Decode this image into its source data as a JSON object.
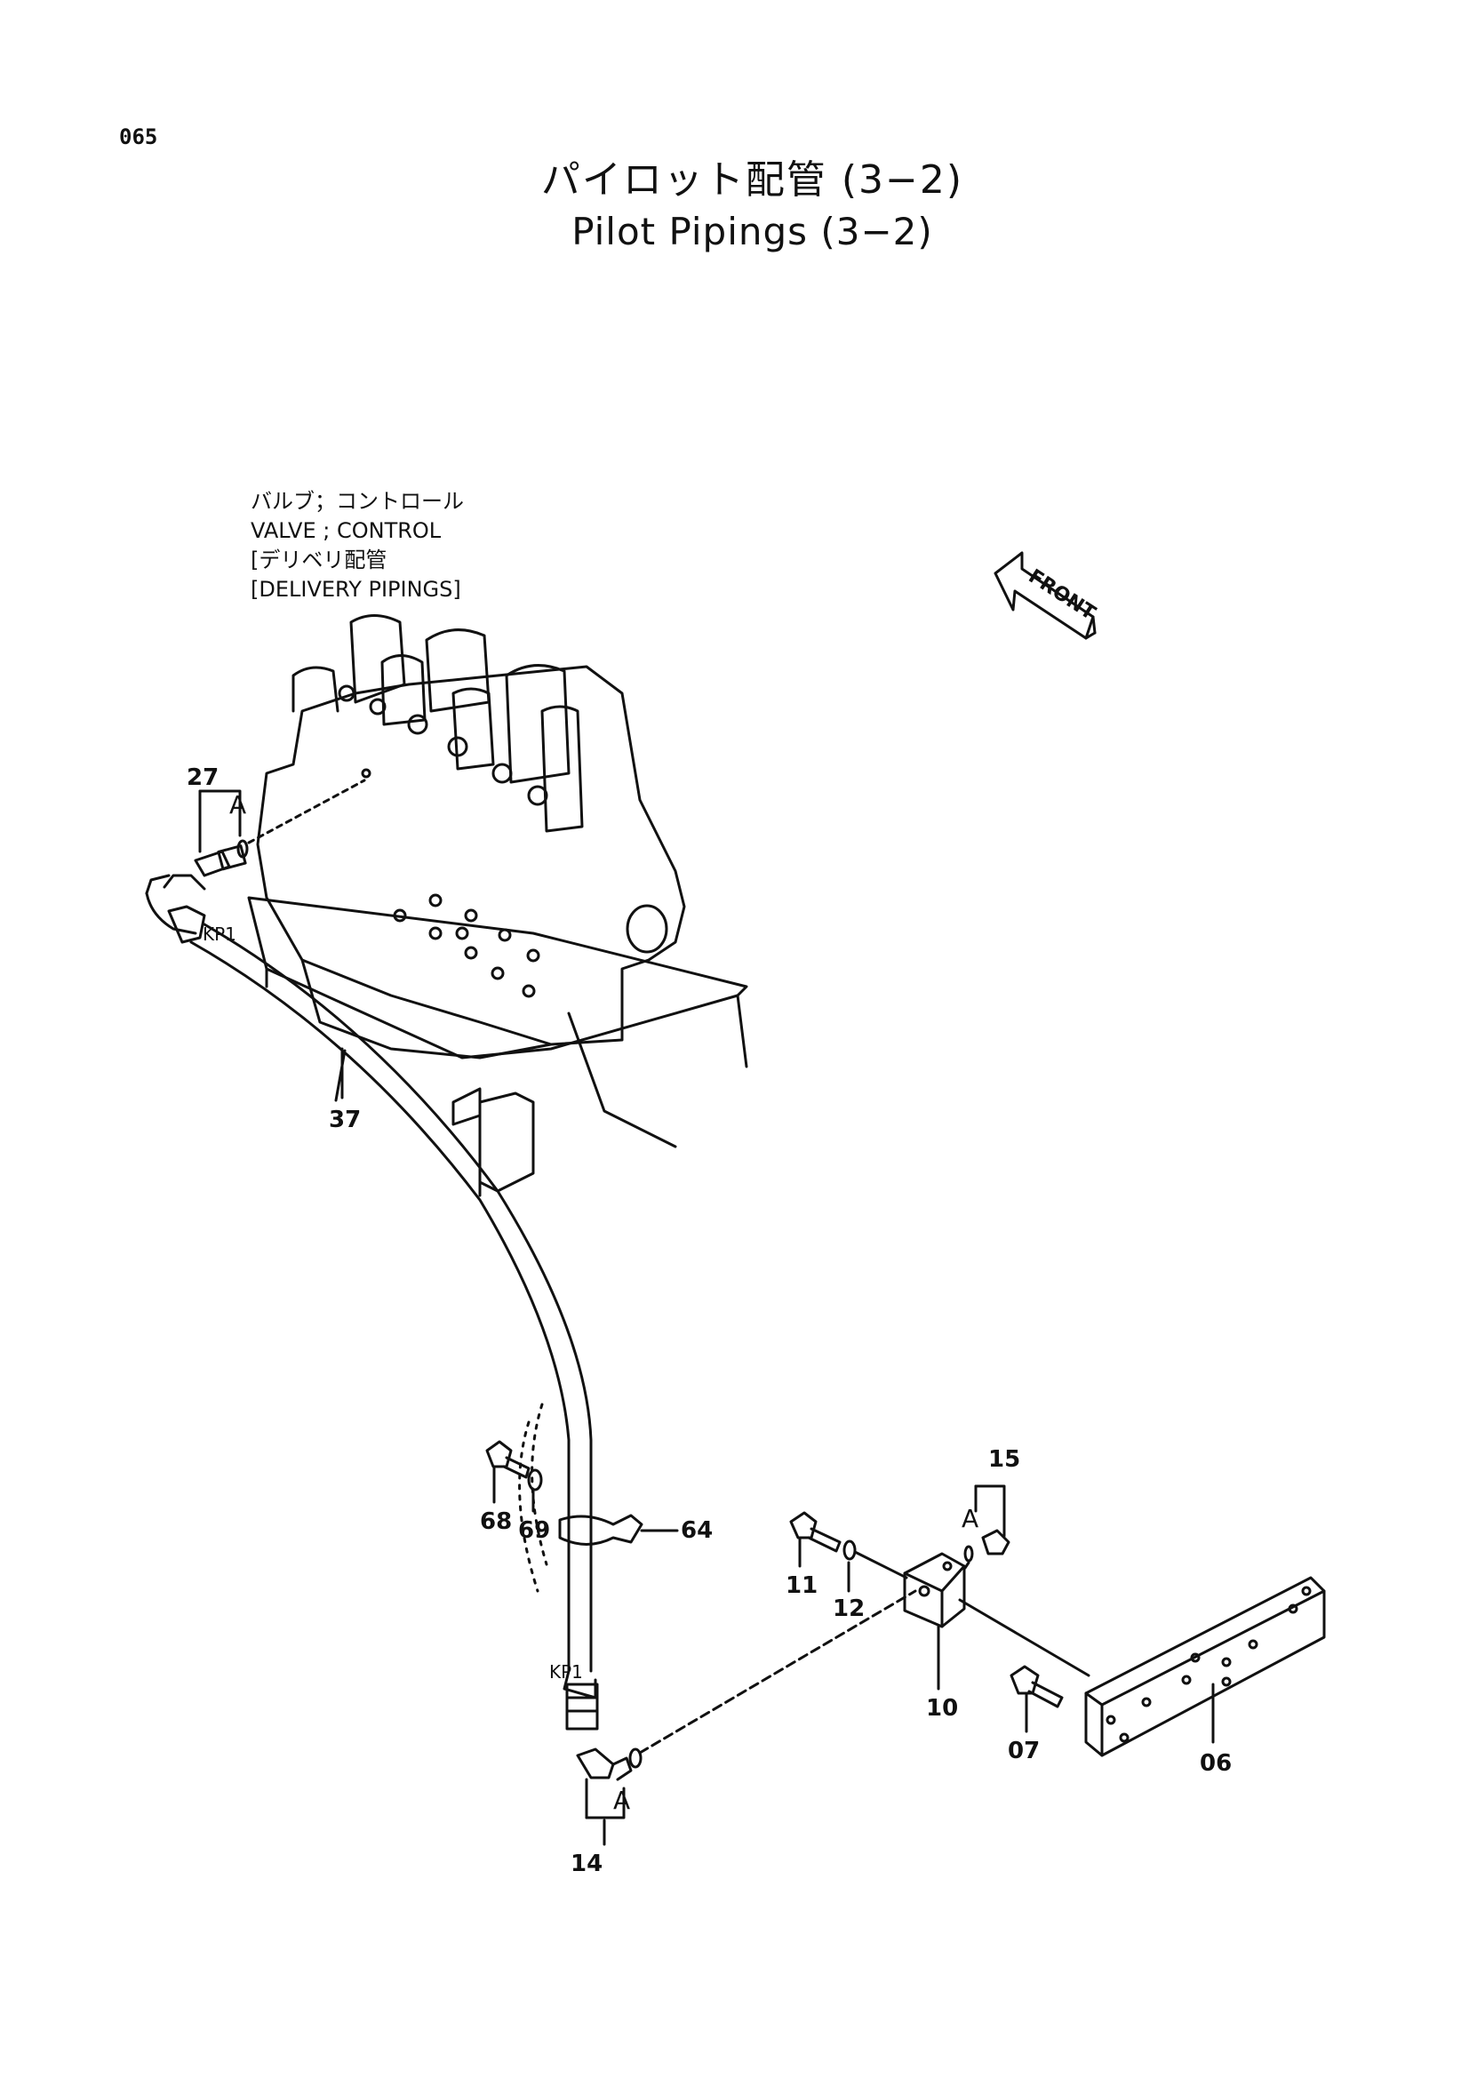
{
  "page": {
    "number": "065",
    "title_ja": "パイロット配管 (3−2)",
    "title_en": "Pilot Pipings (3−2)"
  },
  "reference": {
    "line1": "バルブ；コントロール",
    "line2": "VALVE ; CONTROL",
    "line3": "デリベリ配管",
    "line4": "DELIVERY PIPINGS"
  },
  "front_label": "FRONT",
  "hose_labels": {
    "kp1_top": "KP1",
    "kp1_bottom": "KP1"
  },
  "callouts": {
    "p27": "27",
    "p37": "37",
    "p68": "68",
    "p69": "69",
    "p64": "64",
    "p15": "15",
    "p11": "11",
    "p12": "12",
    "p10": "10",
    "p07": "07",
    "p06": "06",
    "p14": "14"
  },
  "view_letters": {
    "a1": "A",
    "a2": "A",
    "a3": "A"
  }
}
